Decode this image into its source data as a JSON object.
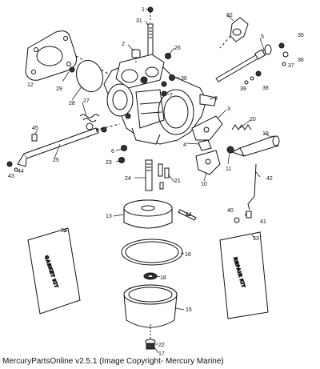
{
  "callouts": [
    "1",
    "2",
    "3",
    "4",
    "5",
    "6",
    "7",
    "8",
    "9",
    "10",
    "11",
    "12",
    "13",
    "14",
    "15",
    "16",
    "17",
    "18",
    "19",
    "20",
    "21",
    "22",
    "23",
    "24",
    "25",
    "26",
    "27",
    "28",
    "29",
    "30",
    "31",
    "32",
    "33",
    "34",
    "35",
    "36",
    "37",
    "38",
    "39",
    "40",
    "41",
    "42",
    "43",
    "44",
    "45"
  ],
  "kits": {
    "gasket": "GASKET KIT",
    "repair": "REPAIR KIT"
  },
  "footer": {
    "text": "MercuryPartsOnline v2.5.1 (Image Copyright- Mercury Marine)"
  }
}
